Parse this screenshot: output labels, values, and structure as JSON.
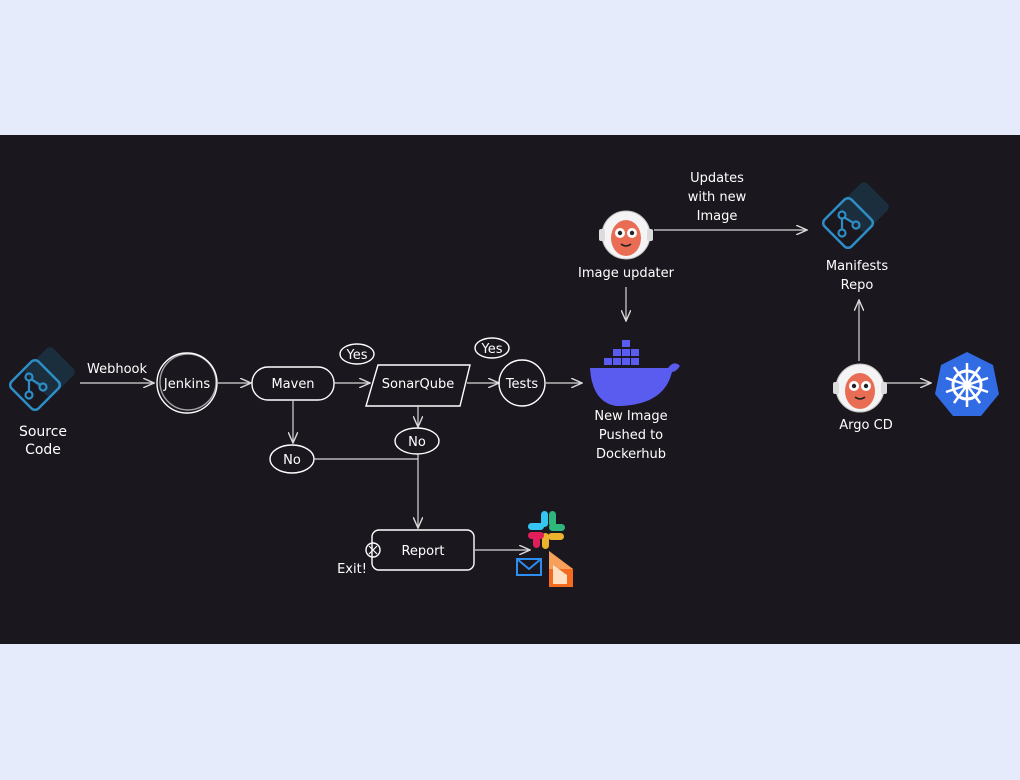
{
  "nodes": {
    "source_code": [
      "Source",
      "Code"
    ],
    "webhook": "Webhook",
    "jenkins": "Jenkins",
    "maven": "Maven",
    "sonarqube": "SonarQube",
    "tests": "Tests",
    "yes_sonar": "Yes",
    "yes_tests": "Yes",
    "no_maven": "No",
    "no_sonar": "No",
    "report": "Report",
    "exit": "Exit!",
    "new_image": [
      "New Image",
      "Pushed to",
      "Dockerhub"
    ],
    "image_updater": "Image updater",
    "updates": [
      "Updates",
      "with new",
      "Image"
    ],
    "manifests_repo": [
      "Manifests",
      "Repo"
    ],
    "argo_cd": "Argo CD"
  },
  "icons": {
    "git": "git-icon",
    "docker": "docker-whale-icon",
    "argo": "argo-octopus-icon",
    "kubernetes": "kubernetes-helm-icon",
    "slack": "slack-icon",
    "email": "email-icon",
    "kibana": "kibana-icon"
  },
  "colors": {
    "background": "#1a171e",
    "page": "#e6ebfb",
    "git_blue": "#2d8ec6",
    "docker_blue": "#5a5cf0",
    "kubernetes_blue": "#326ce5",
    "argo_orange": "#e96d55"
  }
}
